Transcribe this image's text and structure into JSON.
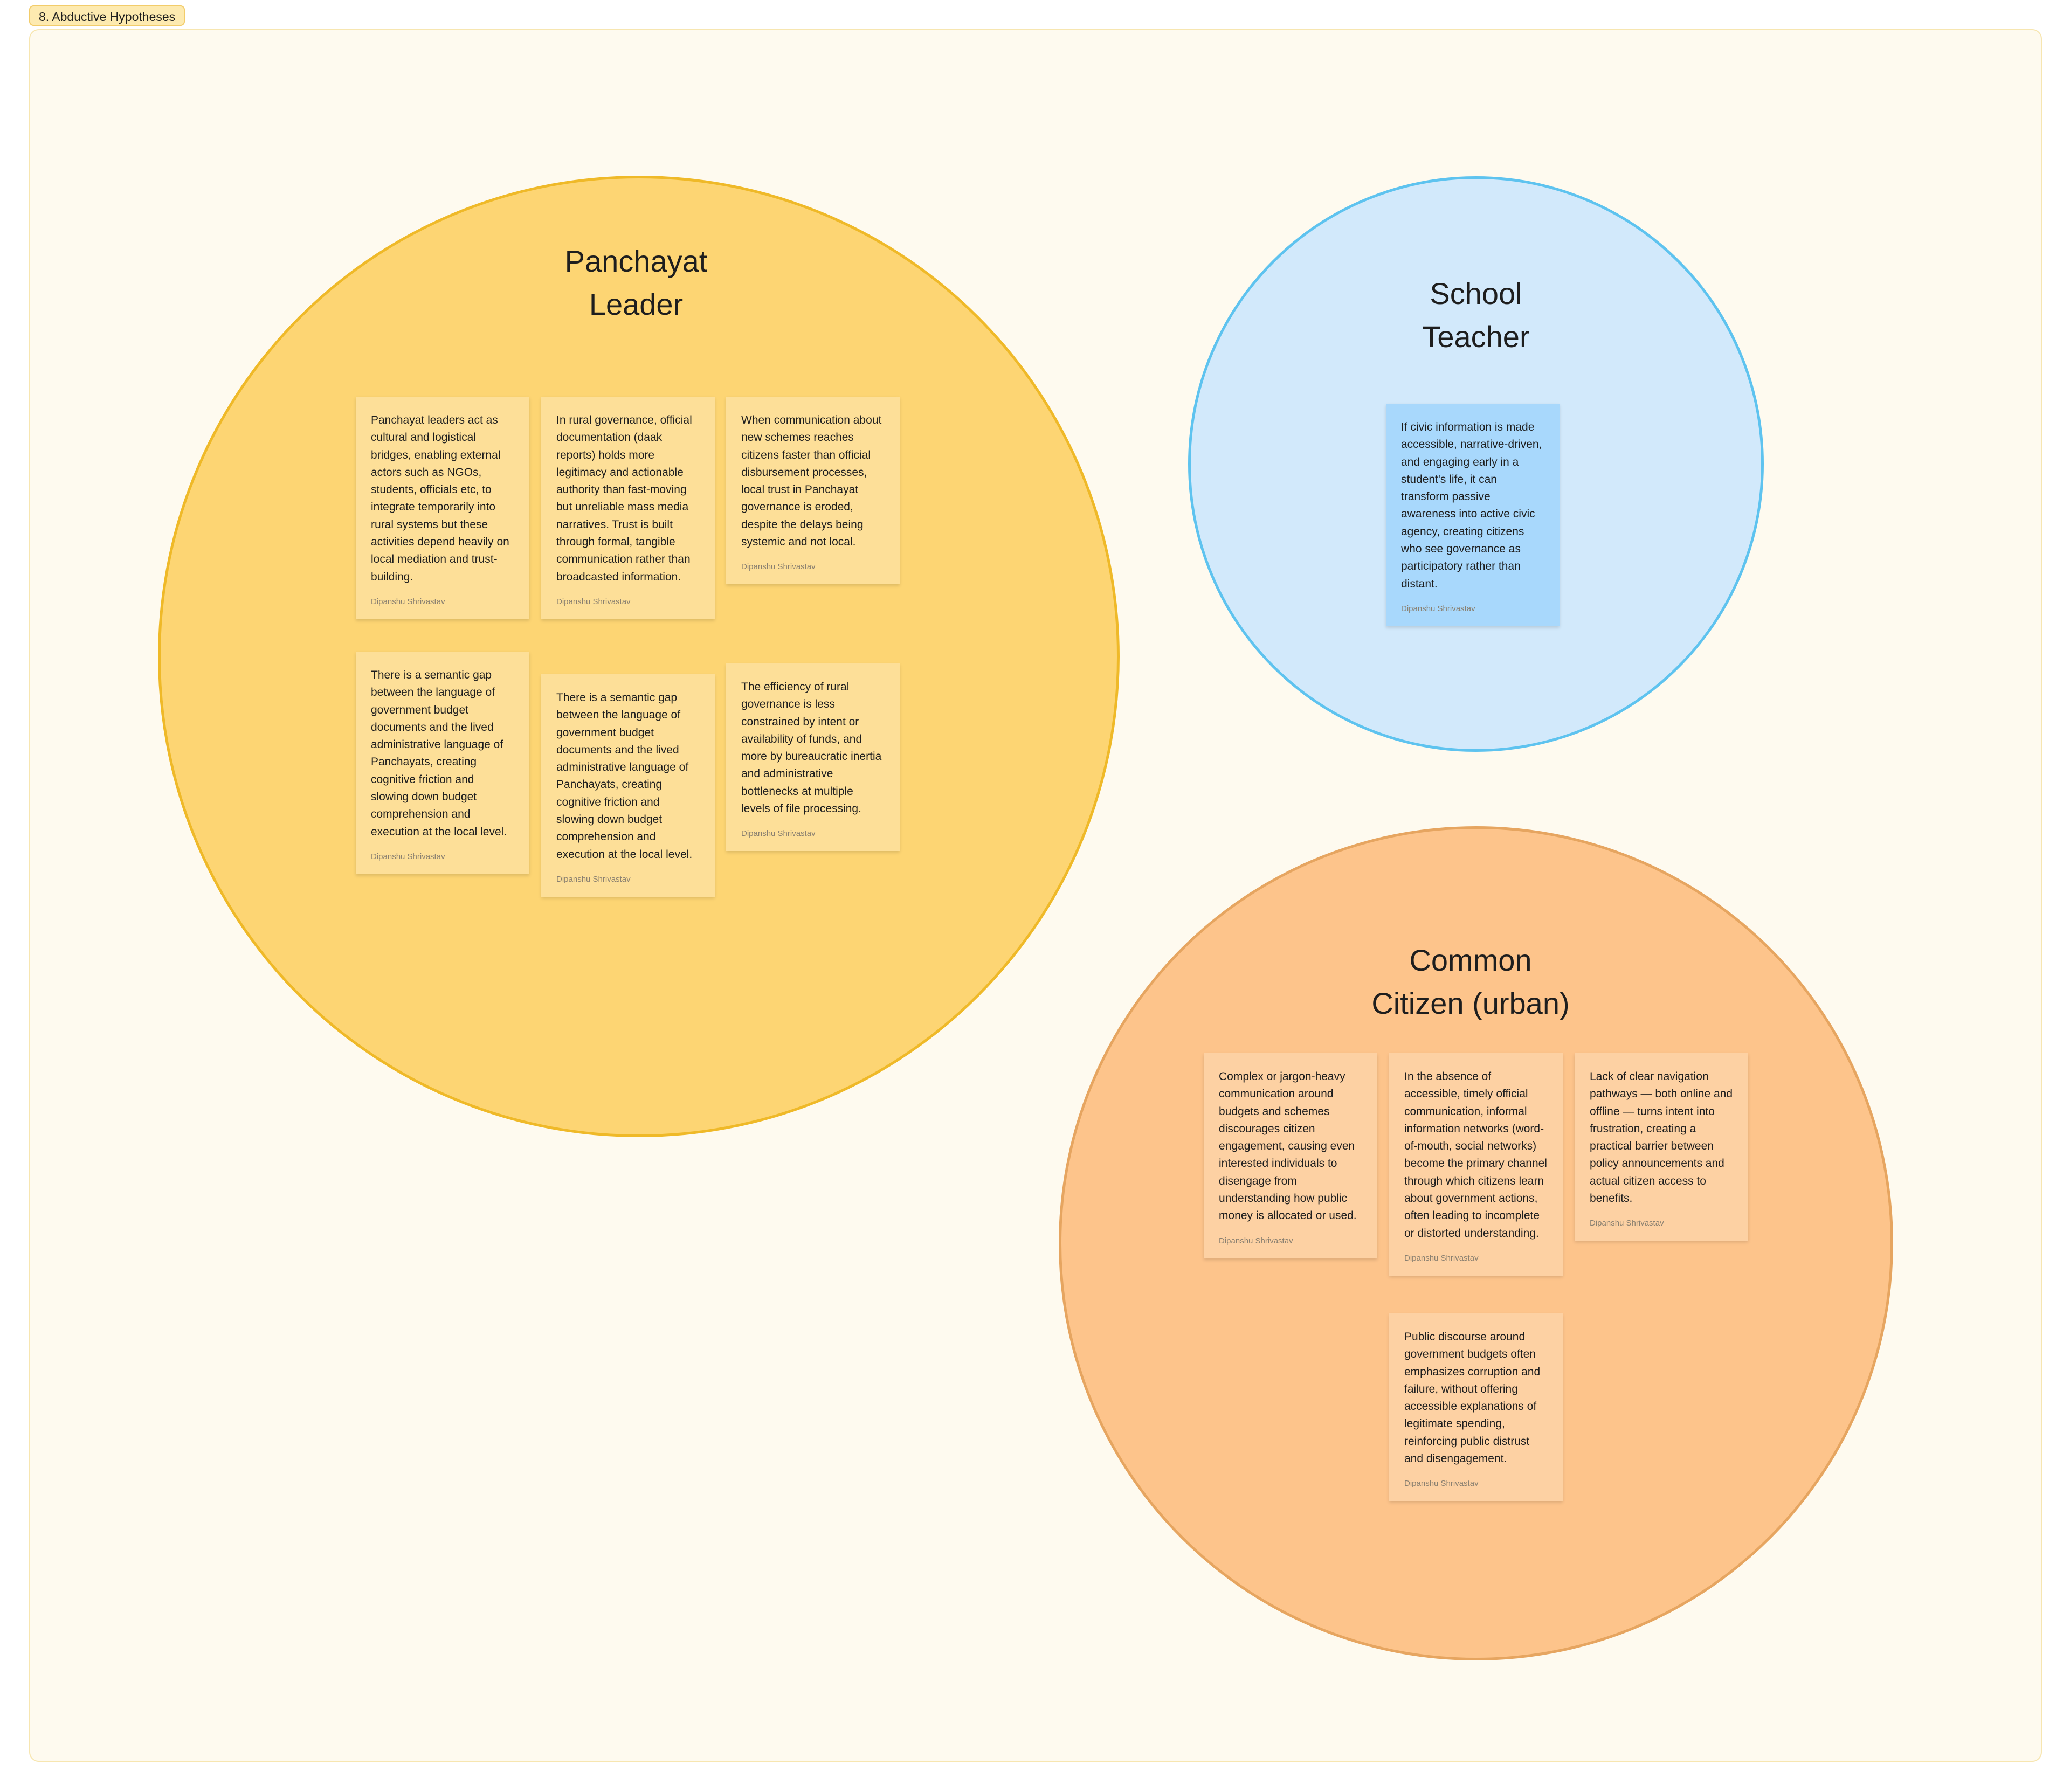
{
  "section": {
    "label": "8. Abductive Hypotheses"
  },
  "colors": {
    "panchayat_circle": "#fdd573",
    "teacher_circle": "#d2e9fb",
    "citizen_circle": "#fdc48b",
    "sticky_yellow": "#fddf98",
    "sticky_blue": "#a8d8fc",
    "sticky_orange": "#fdd1a3"
  },
  "groups": {
    "panchayat": {
      "title": "Panchayat\nLeader",
      "notes": [
        {
          "text": "Panchayat leaders act as cultural and logistical bridges, enabling external actors such as NGOs, students, officials etc, to integrate temporarily into rural systems but these activities depend heavily on local mediation and trust-building.",
          "author": "Dipanshu Shrivastav"
        },
        {
          "text": "In rural governance, official documentation (daak reports) holds more legitimacy and actionable authority than fast-moving but unreliable mass media narratives. Trust is built through formal, tangible communication rather than broadcasted information.",
          "author": "Dipanshu Shrivastav"
        },
        {
          "text": "When communication about new schemes reaches citizens faster than official disbursement processes, local trust in Panchayat governance is eroded, despite the delays being systemic and not local.",
          "author": "Dipanshu Shrivastav"
        },
        {
          "text": "There is a semantic gap between the language of government budget documents and the lived administrative language of Panchayats, creating cognitive friction and slowing down budget comprehension and execution at the local level.",
          "author": "Dipanshu Shrivastav"
        },
        {
          "text": "There is a semantic gap between the language of government budget documents and the lived administrative language of Panchayats, creating cognitive friction and slowing down budget comprehension and execution at the local level.",
          "author": "Dipanshu Shrivastav"
        },
        {
          "text": "The efficiency of rural governance is less constrained by intent or availability of funds, and more by bureaucratic inertia and administrative bottlenecks at multiple levels of file processing.",
          "author": "Dipanshu Shrivastav"
        }
      ]
    },
    "teacher": {
      "title": "School\nTeacher",
      "notes": [
        {
          "text": "If civic information is made accessible, narrative-driven, and engaging early in a student's life, it can transform passive awareness into active civic agency, creating citizens who see governance as participatory rather than distant.",
          "author": "Dipanshu Shrivastav"
        }
      ]
    },
    "citizen": {
      "title": "Common\nCitizen (urban)",
      "notes": [
        {
          "text": "Complex or jargon-heavy communication around budgets and schemes discourages citizen engagement, causing even interested individuals to disengage from understanding how public money is allocated or used.",
          "author": "Dipanshu Shrivastav"
        },
        {
          "text": "In the absence of accessible, timely official communication, informal information networks (word-of-mouth, social networks) become the primary channel through which citizens learn about government actions, often leading to incomplete or distorted understanding.",
          "author": "Dipanshu Shrivastav"
        },
        {
          "text": "Lack of clear navigation pathways — both online and offline — turns intent into frustration, creating a practical barrier between policy announcements and actual citizen access to benefits.",
          "author": "Dipanshu Shrivastav"
        },
        {
          "text": "Public discourse around government budgets often emphasizes corruption and failure, without offering accessible explanations of legitimate spending, reinforcing public distrust and disengagement.",
          "author": "Dipanshu Shrivastav"
        }
      ]
    }
  }
}
